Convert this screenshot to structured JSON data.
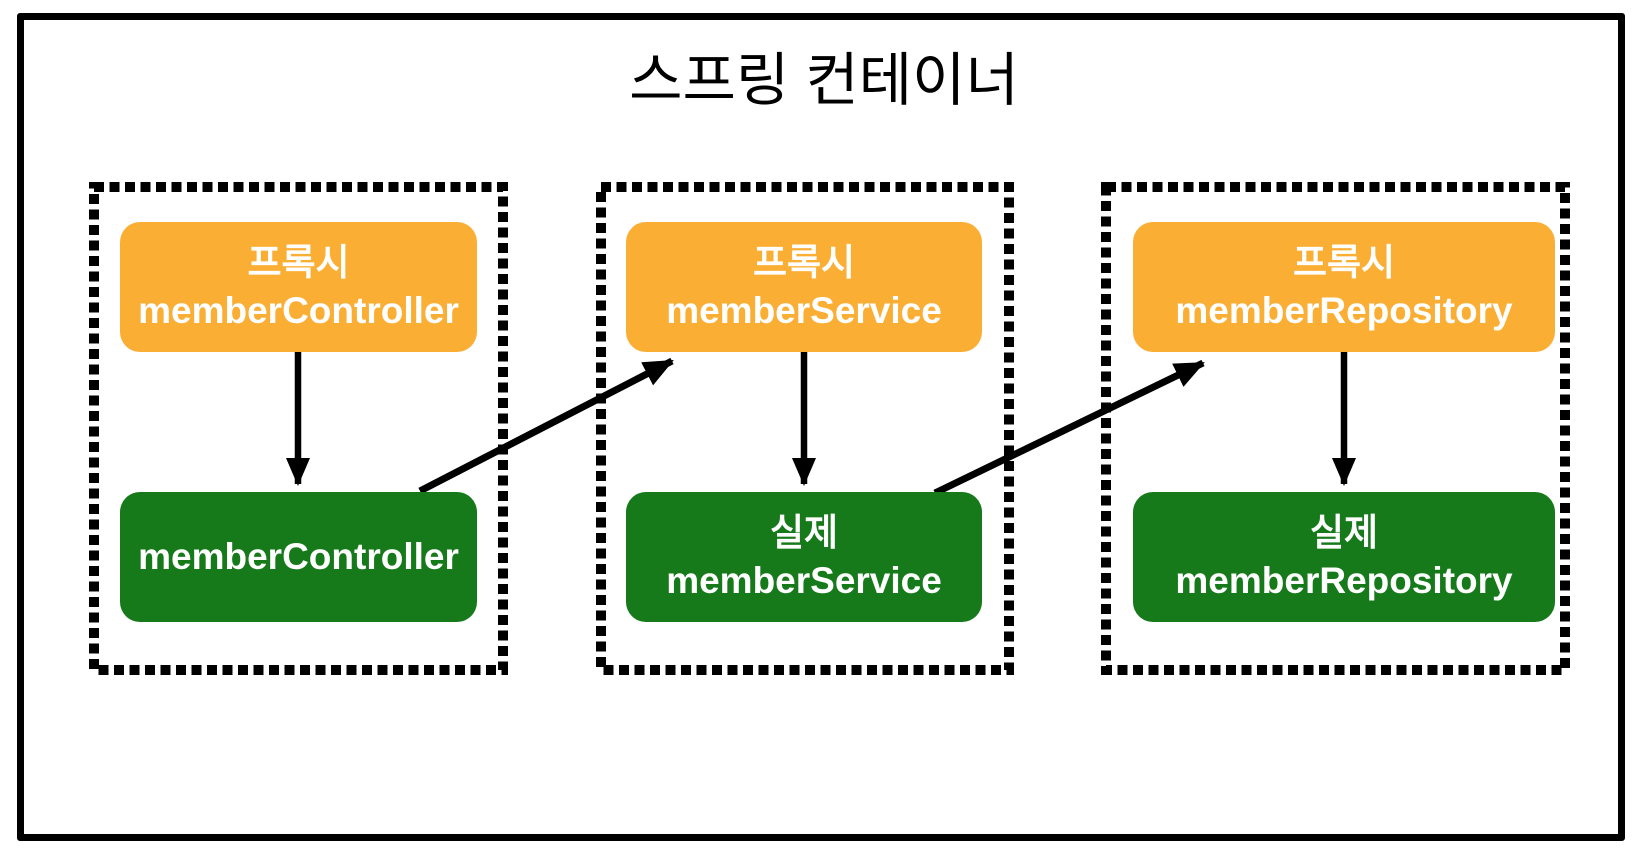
{
  "title": "스프링 컨테이너",
  "colors": {
    "proxy": "#FBAE34",
    "real": "#167A1B",
    "line": "#000000",
    "node-text": "#FFFFFF",
    "title-text": "#000000",
    "background": "#FFFFFF"
  },
  "groups": [
    {
      "id": "controller",
      "proxy": {
        "line1": "프록시",
        "line2": "memberController"
      },
      "real": {
        "line1": "",
        "line2": "memberController"
      }
    },
    {
      "id": "service",
      "proxy": {
        "line1": "프록시",
        "line2": "memberService"
      },
      "real": {
        "line1": "실제",
        "line2": "memberService"
      }
    },
    {
      "id": "repository",
      "proxy": {
        "line1": "프록시",
        "line2": "memberRepository"
      },
      "real": {
        "line1": "실제",
        "line2": "memberRepository"
      }
    }
  ],
  "edges": [
    {
      "from": "프록시 memberController",
      "to": "memberController"
    },
    {
      "from": "memberController",
      "to": "프록시 memberService"
    },
    {
      "from": "프록시 memberService",
      "to": "실제 memberService"
    },
    {
      "from": "실제 memberService",
      "to": "프록시 memberRepository"
    },
    {
      "from": "프록시 memberRepository",
      "to": "실제 memberRepository"
    }
  ]
}
